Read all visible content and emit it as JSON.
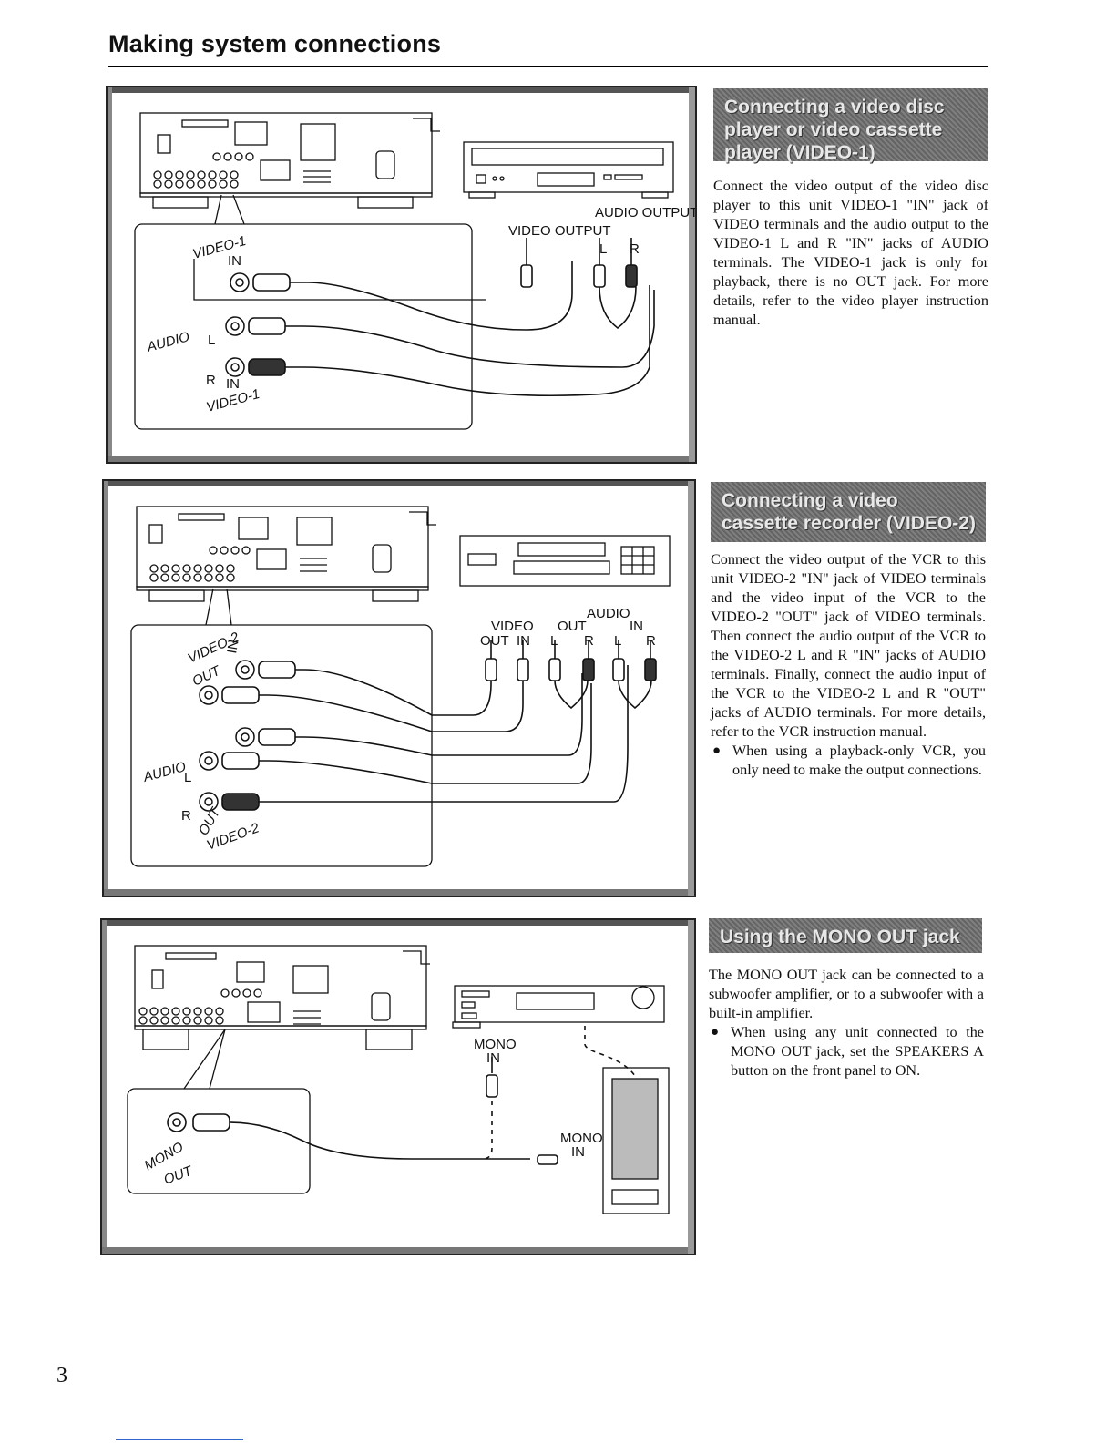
{
  "page": {
    "title": "Making system connections",
    "number": "3"
  },
  "sections": [
    {
      "heading": "Connecting a video disc player or video cassette player (VIDEO-1)",
      "body": "Connect the video output of the video disc player to this unit VIDEO-1 \"IN\" jack of VIDEO terminals and the audio output to the VIDEO-1 L and R \"IN\" jacks of AUDIO terminals. The VIDEO-1 jack is only for playback, there is no OUT jack. For more details, refer to the video player instruction manual.",
      "diagram": {
        "jack_group": "VIDEO-1",
        "jack_in": "IN",
        "audio": "AUDIO",
        "l": "L",
        "r": "R",
        "video_output": "VIDEO OUTPUT",
        "audio_output": "AUDIO OUTPUT",
        "out_l": "L",
        "out_r": "R"
      }
    },
    {
      "heading": "Connecting a video cassette recorder (VIDEO-2)",
      "body": "Connect the video output of the VCR to this unit VIDEO-2 \"IN\" jack of VIDEO terminals and the video input of the VCR to the VIDEO-2 \"OUT\" jack of VIDEO terminals. Then connect the audio output of the VCR to the VIDEO-2 L and R \"IN\" jacks of AUDIO terminals. Finally, connect the audio input of the VCR to the VIDEO-2 L and R \"OUT\" jacks of AUDIO terminals. For more details, refer to the VCR instruction manual.",
      "bullet": "When using a playback-only VCR, you only need to make the output connections.",
      "diagram": {
        "jack_group": "VIDEO-2",
        "jack_in": "IN",
        "jack_out": "OUT",
        "audio": "AUDIO",
        "l": "L",
        "r": "R",
        "video": "VIDEO",
        "audio_top": "AUDIO",
        "out": "OUT",
        "in": "IN"
      }
    },
    {
      "heading": "Using the MONO OUT jack",
      "body": "The MONO OUT jack can be connected to a subwoofer amplifier, or to a subwoofer with a built-in amplifier.",
      "bullet": "When using any unit connected to the MONO OUT jack, set the SPEAKERS A button on the front panel to ON.",
      "diagram": {
        "mono": "MONO",
        "out": "OUT",
        "in": "IN"
      }
    }
  ],
  "colors": {
    "ink": "#111111",
    "heading_band": "#6d6d6d",
    "heading_text": "#e8e8e8"
  }
}
